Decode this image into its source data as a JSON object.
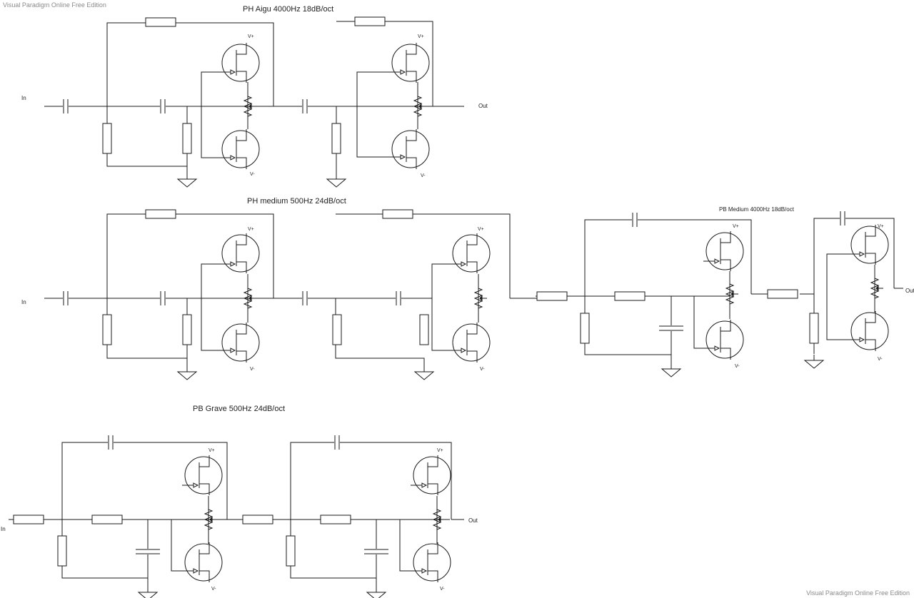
{
  "watermark": {
    "top": "Visual Paradigm Online Free Edition",
    "bottom": "Visual Paradigm Online Free Edition"
  },
  "circuits": {
    "ph_aigu": {
      "title": "PH Aigu 4000Hz 18dB/oct",
      "in": "In",
      "out": "Out"
    },
    "ph_medium": {
      "title": "PH medium 500Hz 24dB/oct",
      "in": "In"
    },
    "pb_medium": {
      "title": "PB Medium 4000Hz 18dB/oct",
      "out": "Out"
    },
    "pb_grave": {
      "title": "PB Grave 500Hz 24dB/oct",
      "in": "In",
      "out": "Out"
    }
  },
  "supply": {
    "pos": "V+",
    "neg": "V-"
  },
  "colors": {
    "wire": "#1a1a1a",
    "text": "#222222",
    "watermark": "#8a8a8a"
  }
}
